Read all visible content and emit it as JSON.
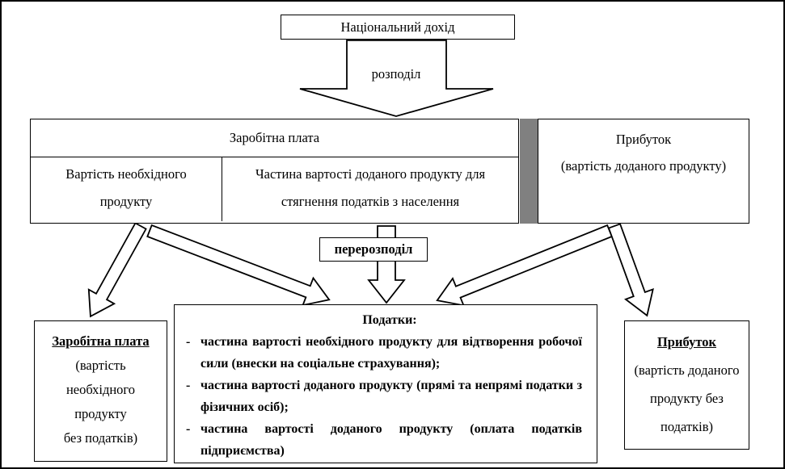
{
  "diagram": {
    "top_box": "Національний дохід",
    "distribution_arrow_label": "розподіл",
    "redistribution_label": "перерозподіл",
    "wages_table": {
      "header": "Заробітна плата",
      "cell_left": "Вартість необхідного продукту",
      "cell_right": "Частина вартості доданого продукту для стягнення податків з населення"
    },
    "profit_box": {
      "line1": "Прибуток",
      "line2": "(вартість доданого продукту)"
    },
    "bottom_left_box": {
      "title": "Заробітна плата",
      "lines": [
        "(вартість",
        "необхідного",
        "продукту",
        "без податків)"
      ]
    },
    "taxes_box": {
      "title": "Податки:",
      "marker": "-",
      "items": [
        "частина вартості необхідного продукту для відтворення робочої сили (внески на соціальне страхування);",
        "частина вартості доданого продукту (прямі та непрямі податки з фізичних осіб);",
        "частина вартості доданого продукту (оплата податків підприємства)"
      ]
    },
    "bottom_right_box": {
      "title": "Прибуток",
      "lines": [
        "(вартість доданого",
        "продукту без",
        "податків)"
      ]
    },
    "colors": {
      "separator_gray": "#808080",
      "line_black": "#000000"
    }
  }
}
